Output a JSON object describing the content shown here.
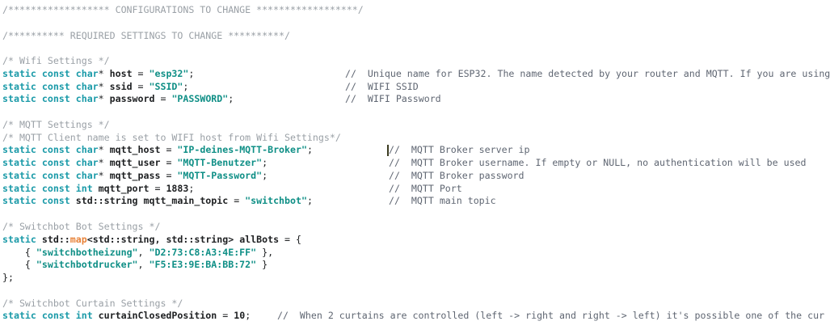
{
  "editor": {
    "language": "cpp",
    "colors": {
      "background": "#ffffff",
      "comment": "#9aa0a6",
      "line_comment": "#5f6672",
      "keyword": "#1a9aa8",
      "identifier": "#1d1f21",
      "string": "#0f8f86",
      "number": "#1d1f21",
      "orange_type": "#e8833a",
      "caret": "#3b3b20"
    },
    "caret": {
      "visible": true,
      "line_index": 10,
      "column_label": "before-trailing-comment"
    }
  },
  "lines": [
    {
      "id": "banner-configurations",
      "kind": "comment",
      "text": "/****************** CONFIGURATIONS TO CHANGE ******************/"
    },
    {
      "id": "blank-1",
      "kind": "blank",
      "text": ""
    },
    {
      "id": "banner-required-settings",
      "kind": "comment",
      "text": "/********** REQUIRED SETTINGS TO CHANGE **********/"
    },
    {
      "id": "blank-2",
      "kind": "blank",
      "text": ""
    },
    {
      "id": "section-wifi",
      "kind": "comment",
      "text": "/* Wifi Settings */"
    },
    {
      "id": "decl-host",
      "kind": "declaration",
      "keywords": "static const char",
      "star": "*",
      "name": "host",
      "assign": " = ",
      "value": "\"esp32\"",
      "terminator": ";",
      "comment": "//  Unique name for ESP32. The name detected by your router and MQTT. If you are using"
    },
    {
      "id": "decl-ssid",
      "kind": "declaration",
      "keywords": "static const char",
      "star": "*",
      "name": "ssid",
      "assign": " = ",
      "value": "\"SSID\"",
      "terminator": ";",
      "comment": "//  WIFI SSID"
    },
    {
      "id": "decl-password",
      "kind": "declaration",
      "keywords": "static const char",
      "star": "*",
      "name": "password",
      "assign": " = ",
      "value": "\"PASSWORD\"",
      "terminator": ";",
      "comment": "//  WIFI Password"
    },
    {
      "id": "blank-3",
      "kind": "blank",
      "text": ""
    },
    {
      "id": "section-mqtt",
      "kind": "comment",
      "text": "/* MQTT Settings */"
    },
    {
      "id": "section-mqtt-client",
      "kind": "comment",
      "text": "/* MQTT Client name is set to WIFI host from Wifi Settings*/"
    },
    {
      "id": "decl-mqtt-host",
      "kind": "declaration",
      "keywords": "static const char",
      "star": "*",
      "name": "mqtt_host",
      "assign": " = ",
      "value": "\"IP-deines-MQTT-Broker\"",
      "terminator": ";",
      "comment": "//  MQTT Broker server ip"
    },
    {
      "id": "decl-mqtt-user",
      "kind": "declaration",
      "keywords": "static const char",
      "star": "*",
      "name": "mqtt_user",
      "assign": " = ",
      "value": "\"MQTT-Benutzer\"",
      "terminator": ";",
      "comment": "//  MQTT Broker username. If empty or NULL, no authentication will be used"
    },
    {
      "id": "decl-mqtt-pass",
      "kind": "declaration",
      "keywords": "static const char",
      "star": "*",
      "name": "mqtt_pass",
      "assign": " = ",
      "value": "\"MQTT-Password\"",
      "terminator": ";",
      "comment": "//  MQTT Broker password"
    },
    {
      "id": "decl-mqtt-port",
      "kind": "declaration",
      "keywords": "static const int",
      "star": "",
      "name": "mqtt_port",
      "assign": " = ",
      "value": "1883",
      "terminator": ";",
      "comment": "//  MQTT Port"
    },
    {
      "id": "decl-mqtt-main-topic",
      "kind": "declaration",
      "keywords": "static const",
      "type": "std::string",
      "star": "",
      "name": "mqtt_main_topic",
      "assign": " = ",
      "value": "\"switchbot\"",
      "terminator": ";",
      "comment": "//  MQTT main topic"
    },
    {
      "id": "blank-4",
      "kind": "blank",
      "text": ""
    },
    {
      "id": "section-switchbot-bot",
      "kind": "comment",
      "text": "/* Switchbot Bot Settings */"
    },
    {
      "id": "decl-allbots",
      "kind": "map-declaration",
      "keyword": "static",
      "ns": "std::",
      "map": "map",
      "generic": "<std::string, std::string>",
      "name": " allBots",
      "assign": " = ",
      "open": "{"
    },
    {
      "id": "map-entry-heizung",
      "kind": "map-entry",
      "key": "\"switchbotheizung\"",
      "value": "\"D2:73:C8:A3:4E:FF\"",
      "trailing": ","
    },
    {
      "id": "map-entry-drucker",
      "kind": "map-entry",
      "key": "\"switchbotdrucker\"",
      "value": "\"F5:E3:9E:BA:BB:72\"",
      "trailing": ""
    },
    {
      "id": "map-close",
      "kind": "plain",
      "text": "};"
    },
    {
      "id": "blank-5",
      "kind": "blank",
      "text": ""
    },
    {
      "id": "section-switchbot-curtain",
      "kind": "comment",
      "text": "/* Switchbot Curtain Settings */"
    },
    {
      "id": "decl-curtain-closed-position",
      "kind": "declaration",
      "keywords": "static const int",
      "star": "",
      "name": "curtainClosedPosition",
      "assign": " = ",
      "value": "10",
      "terminator": ";",
      "comment": "//  When 2 curtains are controlled (left -> right and right -> left) it's possible one of the cur"
    }
  ]
}
